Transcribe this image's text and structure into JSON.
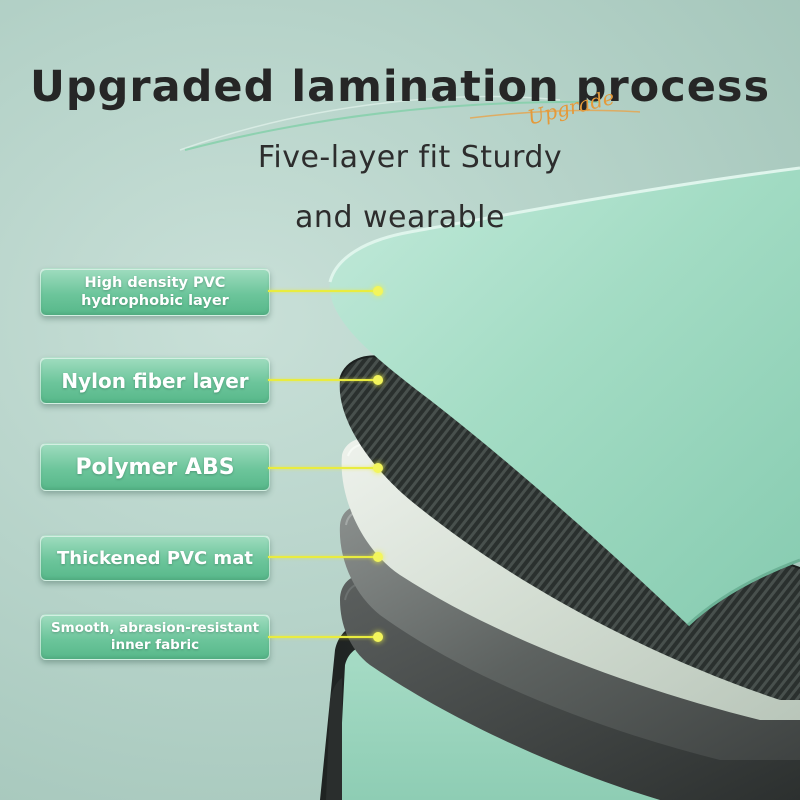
{
  "heading": {
    "title": "Upgraded lamination process",
    "accent_script": "Upgrade",
    "subtitle_line1": "Five-layer fit Sturdy",
    "subtitle_line2": "and wearable"
  },
  "layers": [
    {
      "line1": "High density PVC",
      "line2": "hydrophobic layer"
    },
    {
      "label": "Nylon fiber layer"
    },
    {
      "label": "Polymer ABS"
    },
    {
      "label": "Thickened PVC mat"
    },
    {
      "line1": "Smooth, abrasion-resistant",
      "line2": "inner fabric"
    }
  ],
  "colors": {
    "background": "#b6d3c9",
    "label_green": "#6cc59b",
    "leader_yellow": "#e9ec3f",
    "accent_orange": "#e49a3a",
    "title_text": "#262626",
    "top_layer_mint": "#9fd8c0",
    "nylon_layer": "#2e3432",
    "abs_layer": "#d8e3d8",
    "pvc_mat_layer": "#555a58",
    "fabric_layer": "#3a3e3d"
  }
}
